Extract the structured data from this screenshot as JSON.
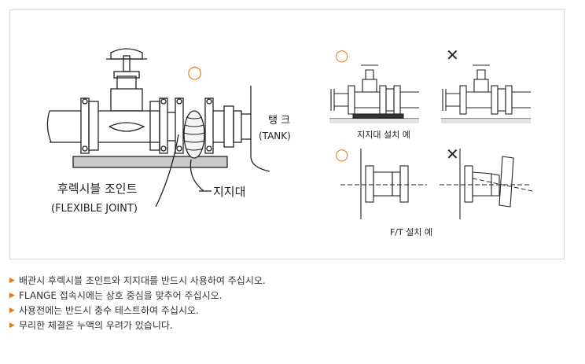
{
  "diagram": {
    "label_tank_kr": "탱 크",
    "label_tank_en": "(TANK)",
    "label_joint_kr": "후렉시블 조인트",
    "label_joint_en": "(FLEXIBLE JOINT)",
    "label_support": "지지대",
    "caption_support": "지지대 설치 예",
    "caption_ft": "F/T 설치 예",
    "mark_ok": "○",
    "mark_ng": "✕",
    "colors": {
      "ok_circle": "#e8892a",
      "line": "#222222",
      "support_fill": "#c9c9c9"
    }
  },
  "notes": [
    "배관시 후렉시블 조인트와 지지대를 반드시 사용하여 주십시오.",
    "FLANGE 접속시에는 상호 중심을 맞추어 주십시오.",
    "사용전에는 반드시 충수 테스트하여 주십시오.",
    "무리한 체결은 누액의 우려가 있습니다."
  ]
}
